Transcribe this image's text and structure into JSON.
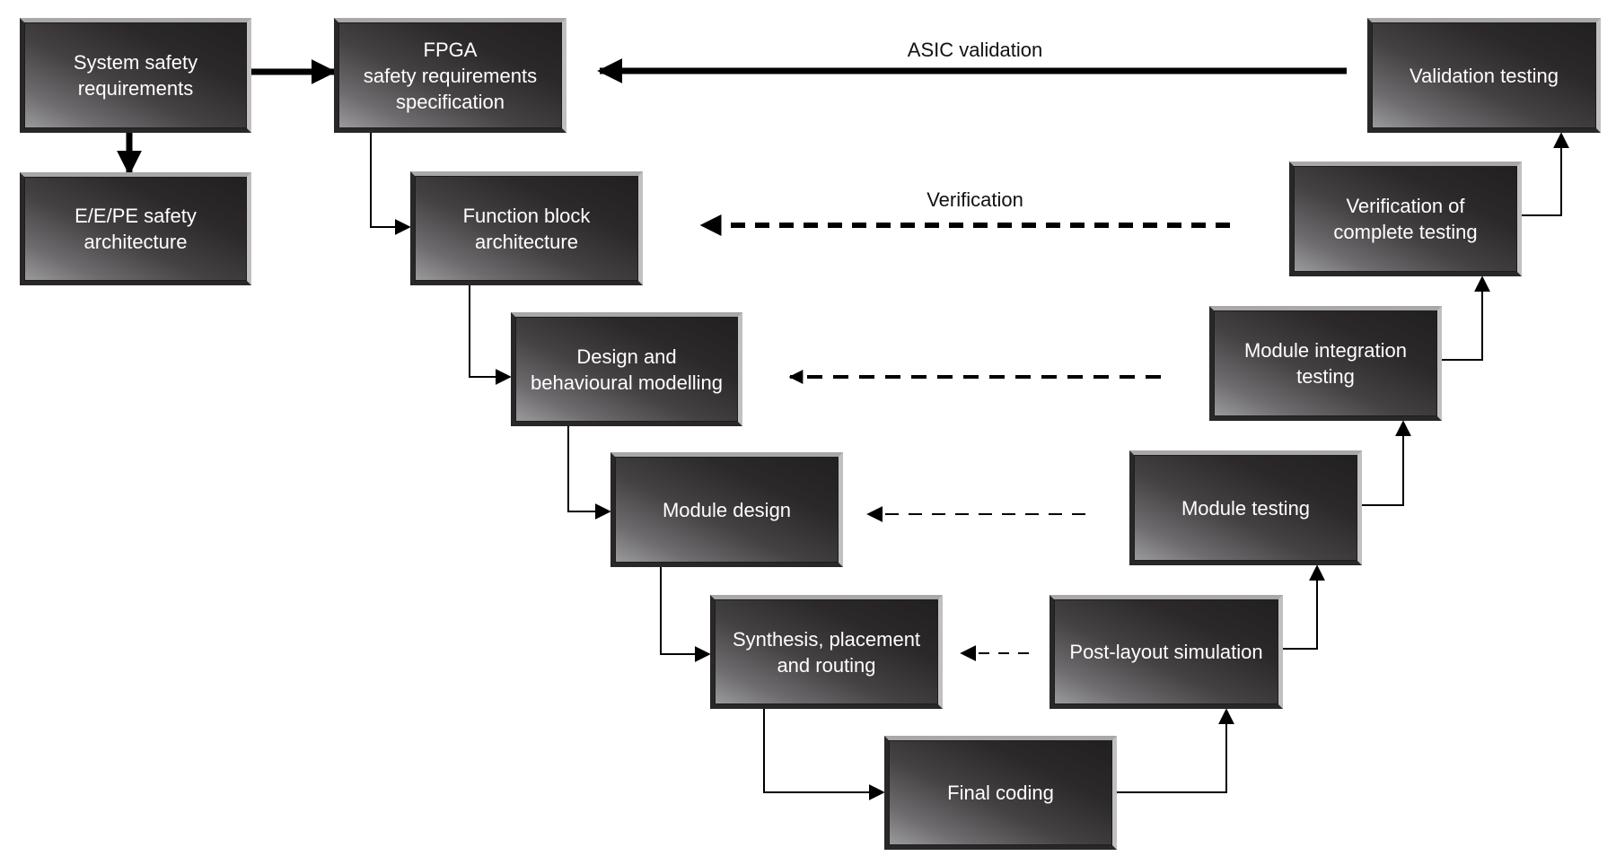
{
  "title": "FPGA safety V-model development lifecycle",
  "nodes": {
    "system_safety": "System safety\nrequirements",
    "ee_pe": "E/E/PE safety\narchitecture",
    "fpga_spec": "FPGA\nsafety requirements\nspecification",
    "function_block": "Function block\narchitecture",
    "design_modelling": "Design and\nbehavioural modelling",
    "module_design": "Module design",
    "synthesis": "Synthesis, placement\nand routing",
    "final_coding": "Final coding",
    "post_layout": "Post-layout simulation",
    "module_testing": "Module testing",
    "module_integration": "Module integration\ntesting",
    "verification_complete": "Verification of\ncomplete testing",
    "validation_testing": "Validation testing"
  },
  "labels": {
    "asic_validation": "ASIC validation",
    "verification": "Verification"
  },
  "colors": {
    "node_text": "#ffffff",
    "arrow": "#000000",
    "background": "#ffffff"
  }
}
